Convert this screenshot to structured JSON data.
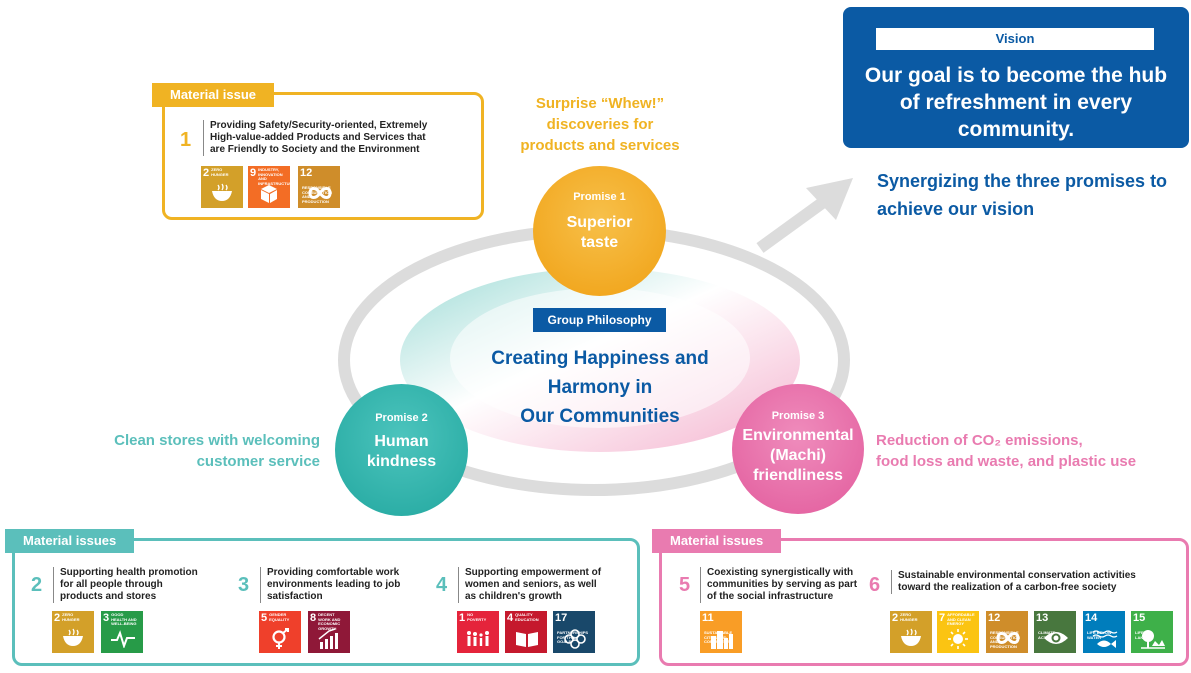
{
  "vision": {
    "tag": "Vision",
    "text": "Our goal is to become the hub of refreshment in every community."
  },
  "synergy": "Synergizing the three promises to achieve our vision",
  "philosophy": {
    "tag": "Group Philosophy",
    "lines": [
      "Creating Happiness and",
      "Harmony in",
      "Our Communities"
    ]
  },
  "promises": [
    {
      "label": "Promise 1",
      "title": [
        "Superior",
        "taste"
      ],
      "desc": [
        "Surprise “Whew!”",
        "discoveries for",
        "products and services"
      ]
    },
    {
      "label": "Promise 2",
      "title": [
        "Human",
        "kindness"
      ],
      "desc": [
        "Clean stores with welcoming",
        "customer service"
      ]
    },
    {
      "label": "Promise 3",
      "title": [
        "Environmental",
        "(Machi)",
        "friendliness"
      ],
      "desc": [
        "Reduction of CO₂ emissions,",
        "food loss and waste, and plastic use"
      ]
    }
  ],
  "material_top": {
    "tag": "Material issue",
    "items": [
      {
        "num": "1",
        "text": "Providing Safety/Security-oriented, Extremely High-value-added Products and Services that are Friendly to Society and the Environment"
      }
    ]
  },
  "material_left": {
    "tag": "Material issues",
    "items": [
      {
        "num": "2",
        "text": "Supporting health promotion for all people through products and stores"
      },
      {
        "num": "3",
        "text": "Providing comfortable work environments leading to job satisfaction"
      },
      {
        "num": "4",
        "text": "Supporting empowerment of women and seniors, as well as children's growth"
      }
    ]
  },
  "material_right": {
    "tag": "Material issues",
    "items": [
      {
        "num": "5",
        "text": "Coexisting synergistically with communities by serving as part of the social infrastructure"
      },
      {
        "num": "6",
        "text": "Sustainable environmental conservation activities toward the realization of a carbon-free society"
      }
    ]
  },
  "sdgs": {
    "s2": {
      "num": "2",
      "label": "ZERO HUNGER",
      "color": "#d3a029"
    },
    "s3": {
      "num": "3",
      "label": "GOOD HEALTH AND WELL-BEING",
      "color": "#279b48"
    },
    "s5": {
      "num": "5",
      "label": "GENDER EQUALITY",
      "color": "#ef402b"
    },
    "s7": {
      "num": "7",
      "label": "AFFORDABLE AND CLEAN ENERGY",
      "color": "#fbc412"
    },
    "s8": {
      "num": "8",
      "label": "DECENT WORK AND ECONOMIC GROWTH",
      "color": "#8f1838"
    },
    "s9": {
      "num": "9",
      "label": "INDUSTRY, INNOVATION AND INFRASTRUCTURE",
      "color": "#f36d25"
    },
    "s1": {
      "num": "1",
      "label": "NO POVERTY",
      "color": "#e5243b"
    },
    "s4": {
      "num": "4",
      "label": "QUALITY EDUCATION",
      "color": "#c5192d"
    },
    "s11": {
      "num": "11",
      "label": "SUSTAINABLE CITIES AND COMMUNITIES",
      "color": "#f99d26"
    },
    "s12": {
      "num": "12",
      "label": "RESPONSIBLE CONSUMPTION AND PRODUCTION",
      "color": "#cf8d2a"
    },
    "s13": {
      "num": "13",
      "label": "CLIMATE ACTION",
      "color": "#48773e"
    },
    "s14": {
      "num": "14",
      "label": "LIFE BELOW WATER",
      "color": "#007dbc"
    },
    "s15": {
      "num": "15",
      "label": "LIFE ON LAND",
      "color": "#3eb049"
    },
    "s17": {
      "num": "17",
      "label": "PARTNERSHIPS FOR THE GOALS",
      "color": "#19486a"
    }
  },
  "colors": {
    "orange": "#f0b323",
    "teal": "#5bbfbb",
    "pink": "#e97bb0",
    "blue": "#0b5aa4",
    "promise1": "#f2a71b",
    "promise2": "#2fb3ac",
    "promise3": "#e56aa6"
  }
}
